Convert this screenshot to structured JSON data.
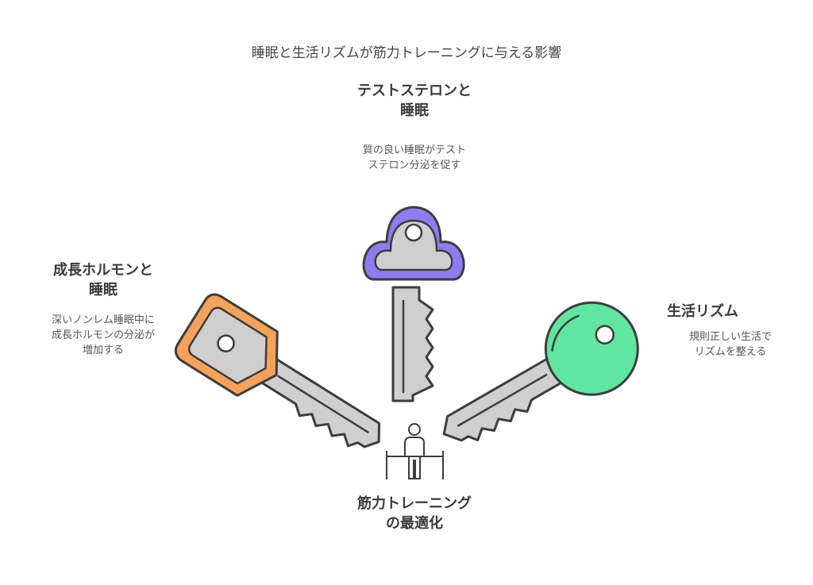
{
  "title": "睡眠と生活リズムが筋力トレーニングに与える影響",
  "top": {
    "heading": [
      "テストステロンと",
      "睡眠"
    ],
    "description": [
      "質の良い睡眠がテスト",
      "ステロン分泌を促す"
    ]
  },
  "left": {
    "heading": [
      "成長ホルモンと",
      "睡眠"
    ],
    "description": [
      "深いノンレム睡眠中に",
      "成長ホルモンの分泌が",
      "増加する"
    ]
  },
  "right": {
    "heading": [
      "生活リズム"
    ],
    "description": [
      "規則正しい生活で",
      "リズムを整える"
    ]
  },
  "center": {
    "heading": [
      "筋力トレーニング",
      "の最適化"
    ]
  },
  "colors": {
    "purple_key": "#8f7cf2",
    "orange_key": "#f7a259",
    "green_key": "#5fe6a0",
    "metal": "#cfcfcf",
    "outline": "#3d3d3d"
  }
}
